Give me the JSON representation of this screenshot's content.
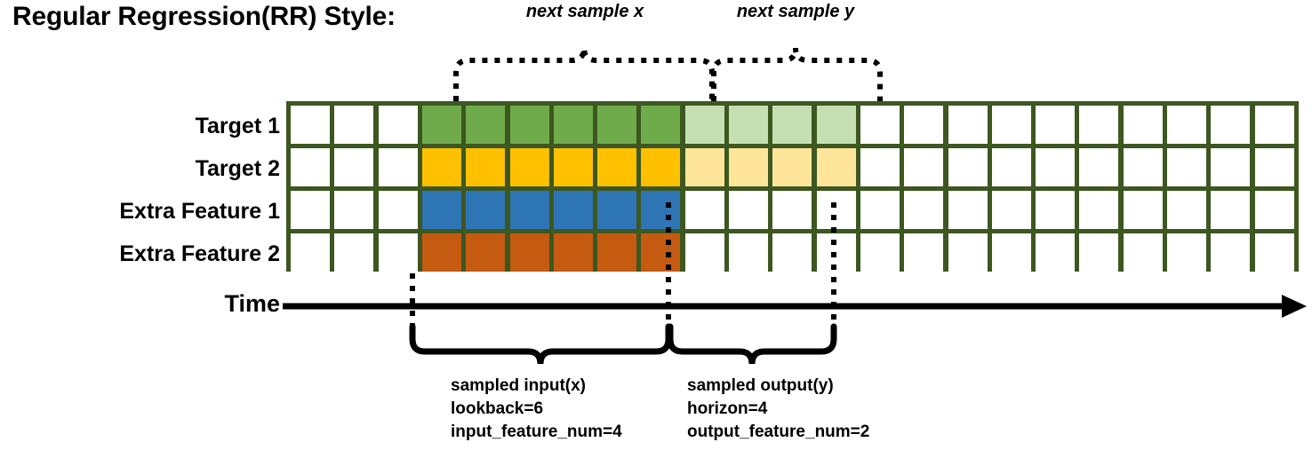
{
  "title": "Regular Regression(RR) Style:",
  "top_annotations": [
    {
      "id": "next-sample-x",
      "label": "next sample x"
    },
    {
      "id": "next-sample-y",
      "label": "next sample y"
    }
  ],
  "row_labels": [
    "Target 1",
    "Target 2",
    "Extra Feature 1",
    "Extra Feature 2"
  ],
  "time_axis": {
    "label": "Time"
  },
  "captions": [
    {
      "id": "sampled-input",
      "lines": [
        "sampled input(x)",
        "lookback=6",
        "input_feature_num=4"
      ]
    },
    {
      "id": "sampled-output",
      "lines": [
        "sampled output(y)",
        "horizon=4",
        "output_feature_num=2"
      ]
    }
  ],
  "colors": {
    "grid_border": "#3d5720",
    "empty": "#ffffff",
    "target1_input": "#6fab4b",
    "target1_output": "#c5dfb3",
    "target2_input": "#ffc000",
    "target2_output": "#ffe599",
    "extra1_input": "#2e75b6",
    "extra2_input": "#c55a11",
    "axis": "#000000"
  },
  "chart_data": {
    "type": "heatmap",
    "title": "Regular Regression(RR) Style:",
    "xlabel": "Time",
    "ylabel": "",
    "total_columns": 23,
    "rows": [
      "Target 1",
      "Target 2",
      "Extra Feature 1",
      "Extra Feature 2"
    ],
    "segments": {
      "leading_empty_columns": 3,
      "input_columns": 6,
      "output_columns": 4,
      "trailing_empty_columns": 10
    },
    "cell_fill_keys": [
      [
        "empty",
        "empty",
        "empty",
        "target1_input",
        "target1_input",
        "target1_input",
        "target1_input",
        "target1_input",
        "target1_input",
        "target1_output",
        "target1_output",
        "target1_output",
        "target1_output",
        "empty",
        "empty",
        "empty",
        "empty",
        "empty",
        "empty",
        "empty",
        "empty",
        "empty",
        "empty"
      ],
      [
        "empty",
        "empty",
        "empty",
        "target2_input",
        "target2_input",
        "target2_input",
        "target2_input",
        "target2_input",
        "target2_input",
        "target2_output",
        "target2_output",
        "target2_output",
        "target2_output",
        "empty",
        "empty",
        "empty",
        "empty",
        "empty",
        "empty",
        "empty",
        "empty",
        "empty",
        "empty"
      ],
      [
        "empty",
        "empty",
        "empty",
        "extra1_input",
        "extra1_input",
        "extra1_input",
        "extra1_input",
        "extra1_input",
        "extra1_input",
        "empty",
        "empty",
        "empty",
        "empty",
        "empty",
        "empty",
        "empty",
        "empty",
        "empty",
        "empty",
        "empty",
        "empty",
        "empty",
        "empty"
      ],
      [
        "empty",
        "empty",
        "empty",
        "extra2_input",
        "extra2_input",
        "extra2_input",
        "extra2_input",
        "extra2_input",
        "extra2_input",
        "empty",
        "empty",
        "empty",
        "empty",
        "empty",
        "empty",
        "empty",
        "empty",
        "empty",
        "empty",
        "empty",
        "empty",
        "empty",
        "empty"
      ]
    ],
    "annotations": [
      "next sample x",
      "next sample y",
      "sampled input(x) lookback=6 input_feature_num=4",
      "sampled output(y) horizon=4 output_feature_num=2"
    ],
    "grid": true,
    "legend": "none"
  }
}
